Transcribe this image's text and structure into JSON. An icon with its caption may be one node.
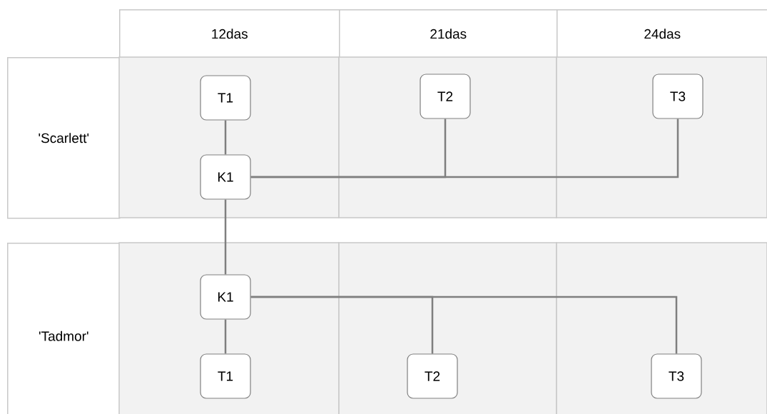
{
  "diagram": {
    "nodes": [
      {
        "text": [
          "T1"
        ]
      },
      {
        "text": [
          "K1"
        ]
      },
      {
        "text": [
          "T2"
        ]
      },
      {
        "text": [
          "T3"
        ]
      },
      {
        "text": [
          "K1"
        ]
      },
      {
        "text": [
          "T1"
        ]
      },
      {
        "text": [
          "T2"
        ]
      },
      {
        "text": [
          "T3"
        ]
      }
    ],
    "edges": [
      {
        "from": 0,
        "to": 1,
        "arrow": "none"
      },
      {
        "from": 1,
        "to": 2,
        "arrow": "none"
      },
      {
        "from": 1,
        "to": 3,
        "arrow": "none"
      },
      {
        "from": 1,
        "to": 4,
        "arrow": "none"
      },
      {
        "from": 4,
        "to": 5,
        "arrow": "none"
      },
      {
        "from": 4,
        "to": 6,
        "arrow": "none"
      },
      {
        "from": 4,
        "to": 7,
        "arrow": "none"
      }
    ],
    "labels": [
      "12das",
      "21das",
      "24das",
      "'Scarlett'",
      "'Tadmor'"
    ]
  }
}
